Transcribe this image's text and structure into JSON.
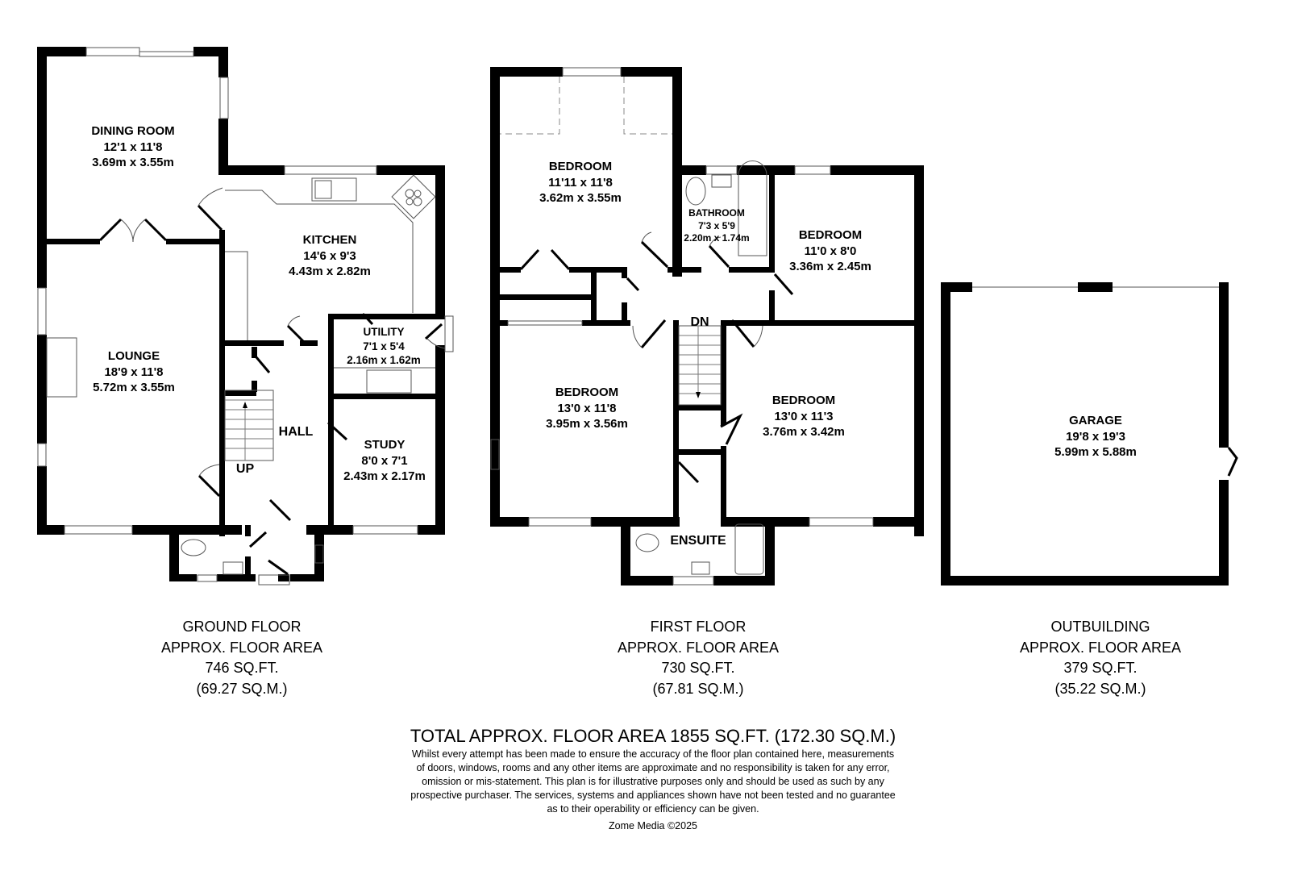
{
  "floors": [
    {
      "id": "ground",
      "name": "GROUND FLOOR",
      "area_label": "APPROX. FLOOR AREA",
      "sqft": "746 SQ.FT.",
      "sqm": "(69.27 SQ.M.)",
      "rooms": [
        {
          "name": "DINING ROOM",
          "imperial": "12'1 x 11'8",
          "metric": "3.69m x 3.55m"
        },
        {
          "name": "KITCHEN",
          "imperial": "14'6 x 9'3",
          "metric": "4.43m x 2.82m"
        },
        {
          "name": "LOUNGE",
          "imperial": "18'9 x 11'8",
          "metric": "5.72m x 3.55m"
        },
        {
          "name": "UTILITY",
          "imperial": "7'1 x 5'4",
          "metric": "2.16m x 1.62m"
        },
        {
          "name": "HALL"
        },
        {
          "name": "STUDY",
          "imperial": "8'0 x 7'1",
          "metric": "2.43m x 2.17m"
        }
      ],
      "stairs_label": "UP"
    },
    {
      "id": "first",
      "name": "FIRST FLOOR",
      "area_label": "APPROX. FLOOR AREA",
      "sqft": "730 SQ.FT.",
      "sqm": "(67.81 SQ.M.)",
      "rooms": [
        {
          "name": "BEDROOM",
          "imperial": "11'11 x 11'8",
          "metric": "3.62m x 3.55m"
        },
        {
          "name": "BATHROOM",
          "imperial": "7'3 x 5'9",
          "metric": "2.20m x 1.74m"
        },
        {
          "name": "BEDROOM",
          "imperial": "11'0 x 8'0",
          "metric": "3.36m x 2.45m"
        },
        {
          "name": "BEDROOM",
          "imperial": "13'0 x 11'8",
          "metric": "3.95m x 3.56m"
        },
        {
          "name": "BEDROOM",
          "imperial": "13'0 x 11'3",
          "metric": "3.76m x 3.42m"
        },
        {
          "name": "ENSUITE"
        }
      ],
      "stairs_label": "DN"
    },
    {
      "id": "outbuilding",
      "name": "OUTBUILDING",
      "area_label": "APPROX. FLOOR AREA",
      "sqft": "379 SQ.FT.",
      "sqm": "(35.22 SQ.M.)",
      "rooms": [
        {
          "name": "GARAGE",
          "imperial": "19'8 x 19'3",
          "metric": "5.99m x 5.88m"
        }
      ]
    }
  ],
  "total": "TOTAL APPROX. FLOOR AREA 1855 SQ.FT. (172.30 SQ.M.)",
  "disclaimer_lines": [
    "Whilst every attempt has been made to ensure the accuracy of the floor plan contained here, measurements",
    "of doors, windows, rooms and any other items are approximate and no responsibility is taken for any error,",
    "omission or mis-statement. This plan is for illustrative purposes only and should be used as such by any",
    "prospective purchaser. The services, systems and appliances shown have not been tested and no guarantee",
    "as to their operability or efficiency can be given."
  ],
  "copyright": "Zome Media ©2025",
  "colors": {
    "wall": "#000000",
    "fixture": "#888888",
    "background": "#ffffff"
  }
}
